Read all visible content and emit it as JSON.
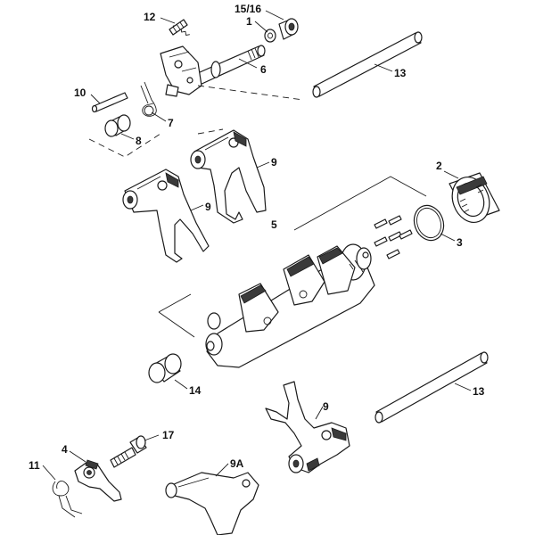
{
  "labels": {
    "l1": "1",
    "l2": "2",
    "l3": "3",
    "l4": "4",
    "l5": "5",
    "l6": "6",
    "l7": "7",
    "l8": "8",
    "l9a": "9",
    "l9b": "9",
    "l9c": "9",
    "l9A": "9A",
    "l10": "10",
    "l11": "11",
    "l12": "12",
    "l13a": "13",
    "l13b": "13",
    "l14": "14",
    "l15_16": "15/16",
    "l17": "17"
  }
}
